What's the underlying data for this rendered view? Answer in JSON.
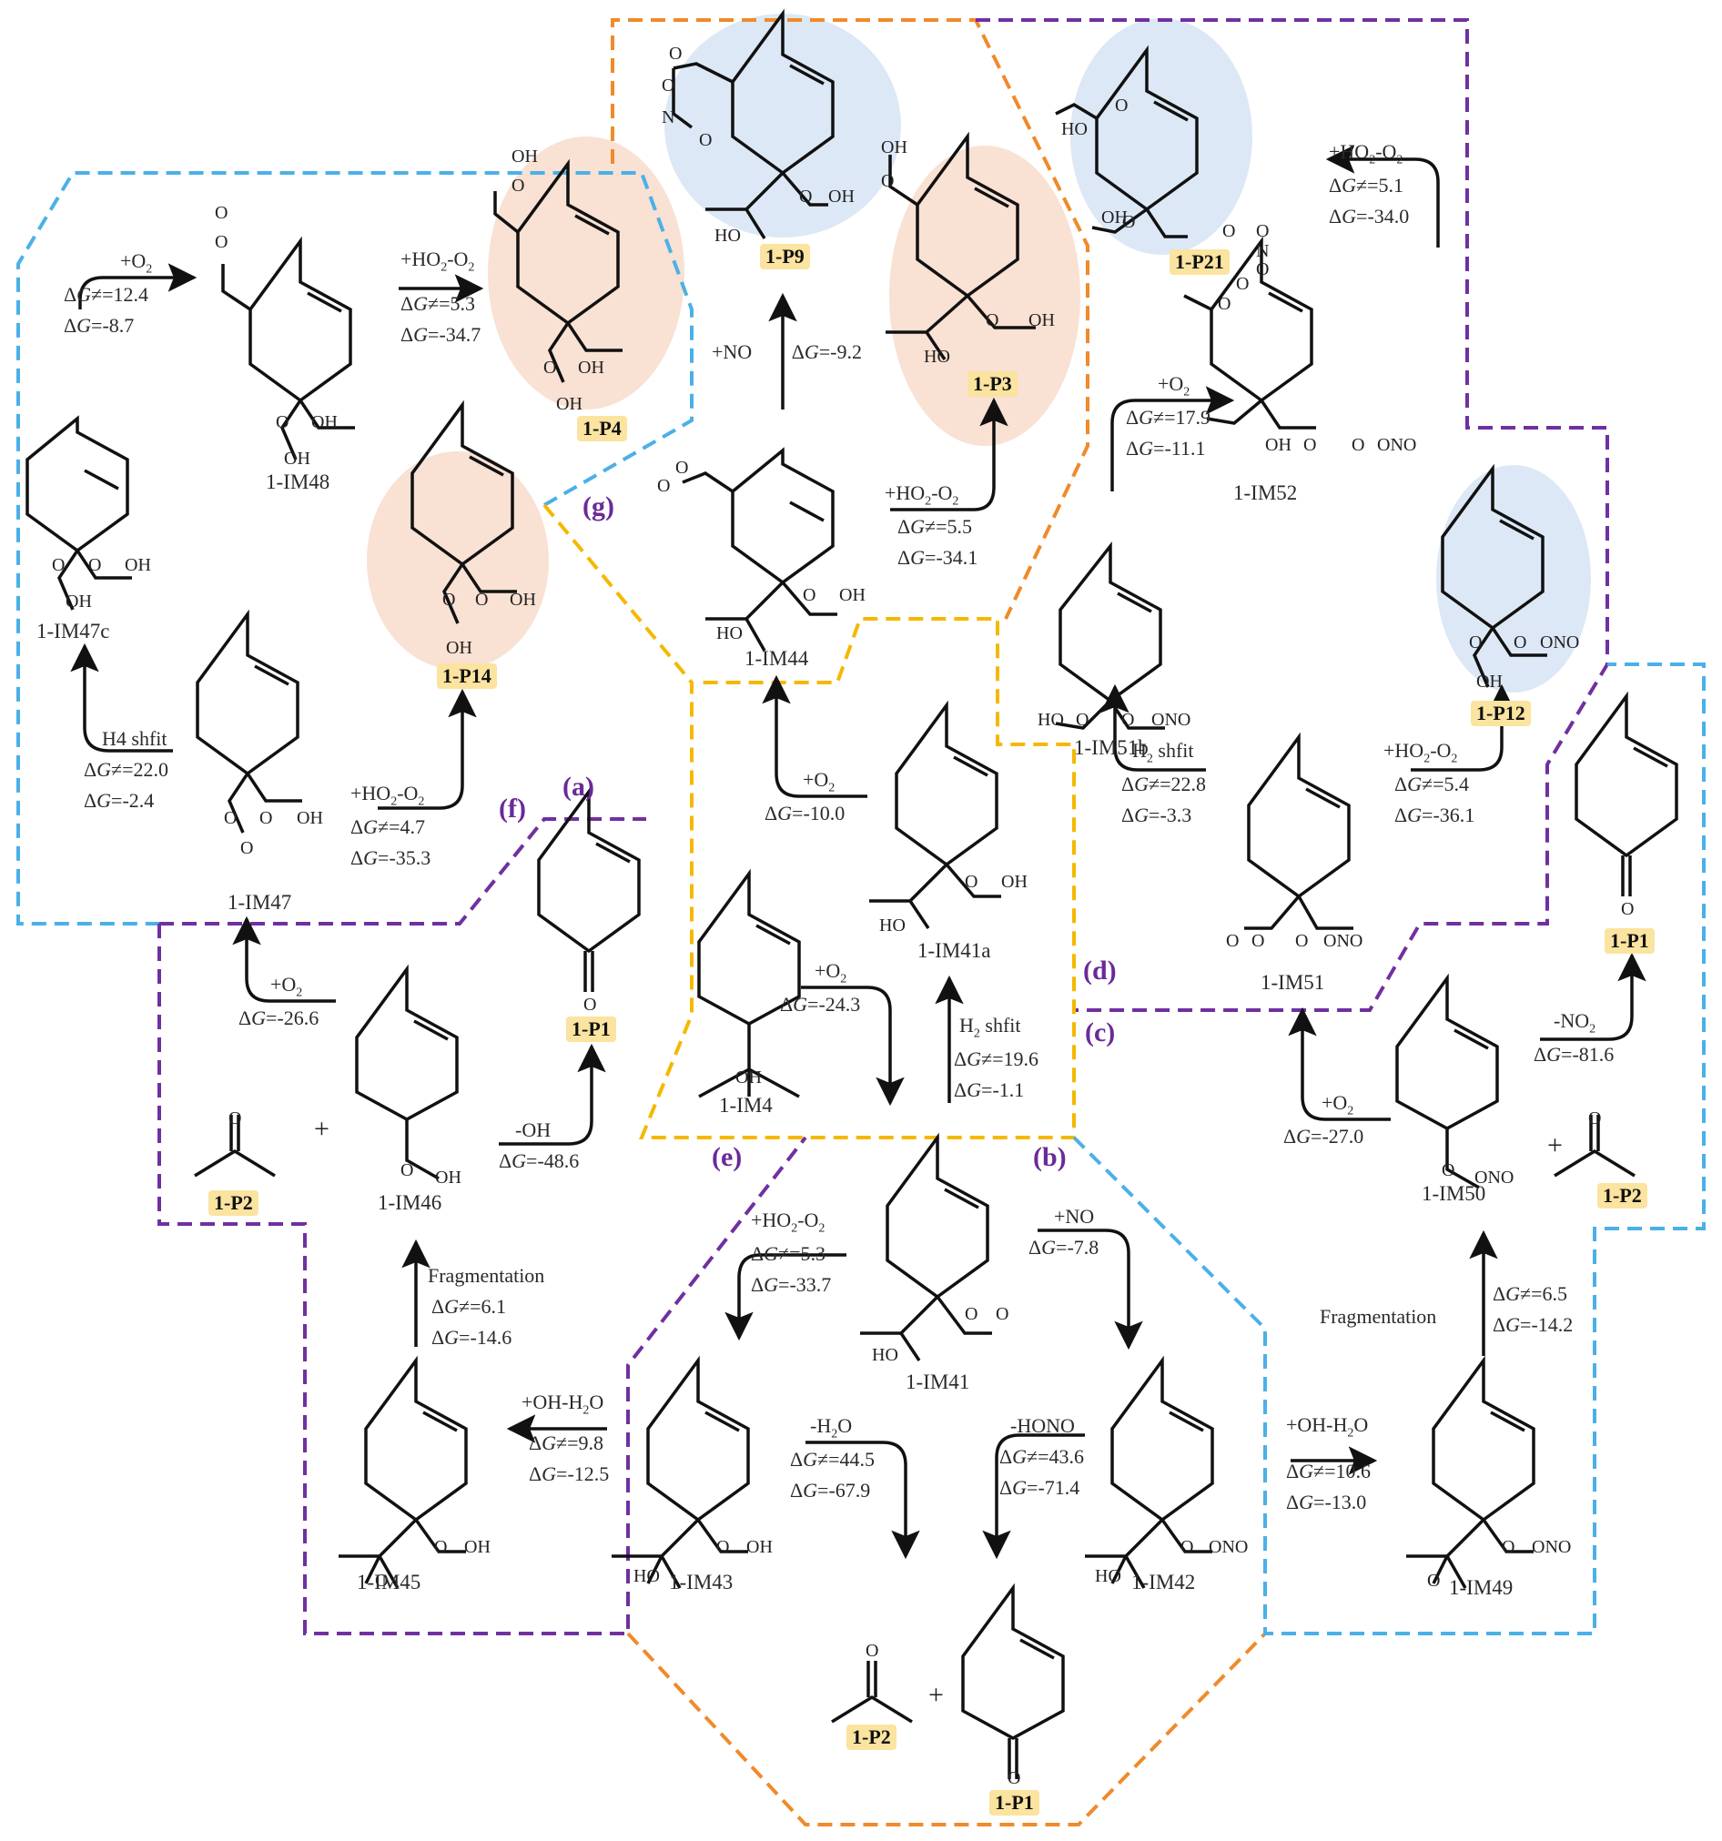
{
  "colors": {
    "region_blue": "#4bb0e8",
    "region_orange": "#f08a2a",
    "region_purple": "#7030a0",
    "region_yellow": "#f5b800",
    "highlight_blue": "#dce8f5",
    "highlight_peach": "#f9e1d3",
    "product_badge": "#fbe3a0",
    "region_tag": "#6a2a9a"
  },
  "region_tags": {
    "a": "(a)",
    "b": "(b)",
    "c": "(c)",
    "d": "(d)",
    "e": "(e)",
    "f": "(f)",
    "g": "(g)"
  },
  "products": {
    "p1": "1-P1",
    "p2": "1-P2",
    "p3": "1-P3",
    "p4": "1-P4",
    "p9": "1-P9",
    "p12": "1-P12",
    "p14": "1-P14",
    "p21": "1-P21"
  },
  "intermediates": {
    "im4": "1-IM4",
    "im41": "1-IM41",
    "im41a": "1-IM41a",
    "im42": "1-IM42",
    "im43": "1-IM43",
    "im44": "1-IM44",
    "im45": "1-IM45",
    "im46": "1-IM46",
    "im47": "1-IM47",
    "im47c": "1-IM47c",
    "im48": "1-IM48",
    "im49": "1-IM49",
    "im50": "1-IM50",
    "im51": "1-IM51",
    "im51b": "1-IM51b",
    "im52": "1-IM52"
  },
  "plus_sign": "+",
  "reactions": {
    "im47c_to_im48": {
      "reagent": "+O2",
      "dg_ts": "ΔG≠=12.4",
      "dg": "ΔG=-8.7"
    },
    "im48_to_p4": {
      "reagent": "+HO2-O2",
      "dg_ts": "ΔG≠=5.3",
      "dg": "ΔG=-34.7"
    },
    "im47_to_im47c": {
      "reagent": "H4 shfit",
      "dg_ts": "ΔG≠=22.0",
      "dg": "ΔG=-2.4"
    },
    "im47_to_p14": {
      "reagent": "+HO2-O2",
      "dg_ts": "ΔG≠=4.7",
      "dg": "ΔG=-35.3"
    },
    "im44_to_p9": {
      "reagent": "+NO",
      "dg": "ΔG=-9.2"
    },
    "im44_to_p3": {
      "reagent": "+HO2-O2",
      "dg_ts": "ΔG≠=5.5",
      "dg": "ΔG=-34.1"
    },
    "im41a_to_im44": {
      "reagent": "+O2",
      "dg": "ΔG=-10.0"
    },
    "im4_to_im41": {
      "reagent": "+O2",
      "dg": "ΔG=-24.3"
    },
    "im41_to_im41a": {
      "reagent": "H2 shfit",
      "dg_ts": "ΔG≠=19.6",
      "dg": "ΔG=-1.1"
    },
    "im52_to_p21": {
      "reagent": "+HO2-O2",
      "dg_ts": "ΔG≠=5.1",
      "dg": "ΔG=-34.0"
    },
    "im51b_to_im52": {
      "reagent": "+O2",
      "dg_ts": "ΔG≠=17.9",
      "dg": "ΔG=-11.1"
    },
    "im51_to_im51b": {
      "reagent": "H2 shfit",
      "dg_ts": "ΔG≠=22.8",
      "dg": "ΔG=-3.3"
    },
    "im51_to_p12": {
      "reagent": "+HO2-O2",
      "dg_ts": "ΔG≠=5.4",
      "dg": "ΔG=-36.1"
    },
    "im50_to_im51": {
      "reagent": "+O2",
      "dg": "ΔG=-27.0"
    },
    "im50_to_p1": {
      "reagent": "-NO2",
      "dg": "ΔG=-81.6"
    },
    "im46_to_im47": {
      "reagent": "+O2",
      "dg": "ΔG=-26.6"
    },
    "im46_to_p1": {
      "reagent": "-OH",
      "dg": "ΔG=-48.6"
    },
    "im45_to_im46": {
      "reagent": "Fragmentation",
      "dg_ts": "ΔG≠=6.1",
      "dg": "ΔG=-14.6"
    },
    "im43_to_im45": {
      "reagent": "+OH-H2O",
      "dg_ts": "ΔG≠=9.8",
      "dg": "ΔG=-12.5"
    },
    "im41_to_im43": {
      "reagent": "+HO2-O2",
      "dg_ts": "ΔG≠=5.3",
      "dg": "ΔG=-33.7"
    },
    "im41_to_im42": {
      "reagent": "+NO",
      "dg": "ΔG=-7.8"
    },
    "im43_to_p1p2": {
      "reagent": "-H2O",
      "dg_ts": "ΔG≠=44.5",
      "dg": "ΔG=-67.9"
    },
    "im42_to_p1p2": {
      "reagent": "-HONO",
      "dg_ts": "ΔG≠=43.6",
      "dg": "ΔG=-71.4"
    },
    "im42_to_im49": {
      "reagent": "+OH-H2O",
      "dg_ts": "ΔG≠=10.6",
      "dg": "ΔG=-13.0"
    },
    "im49_to_im50": {
      "reagent": "Fragmentation",
      "dg_ts": "ΔG≠=6.5",
      "dg": "ΔG=-14.2"
    }
  }
}
